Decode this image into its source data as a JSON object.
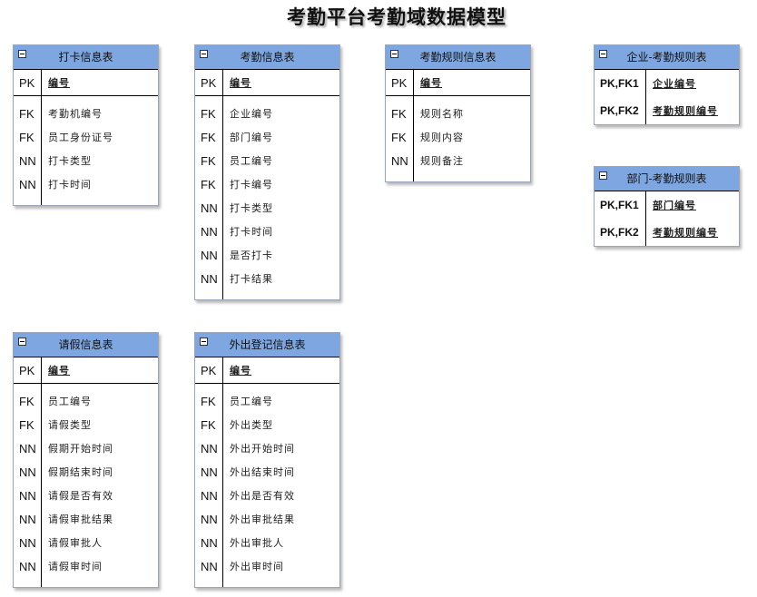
{
  "title": "考勤平台考勤域数据模型",
  "colors": {
    "header": "#7ea6e0",
    "border": "#000000"
  },
  "tables": {
    "punch": {
      "name": "打卡信息表",
      "pk": {
        "key": "PK",
        "attr": "编号"
      },
      "rows": [
        {
          "key": "FK",
          "attr": "考勤机编号"
        },
        {
          "key": "FK",
          "attr": "员工身份证号"
        },
        {
          "key": "NN",
          "attr": "打卡类型"
        },
        {
          "key": "NN",
          "attr": "打卡时间"
        }
      ]
    },
    "attendance": {
      "name": "考勤信息表",
      "pk": {
        "key": "PK",
        "attr": "编号"
      },
      "rows": [
        {
          "key": "FK",
          "attr": "企业编号"
        },
        {
          "key": "FK",
          "attr": "部门编号"
        },
        {
          "key": "FK",
          "attr": "员工编号"
        },
        {
          "key": "FK",
          "attr": "打卡编号"
        },
        {
          "key": "NN",
          "attr": "打卡类型"
        },
        {
          "key": "NN",
          "attr": "打卡时间"
        },
        {
          "key": "NN",
          "attr": "是否打卡"
        },
        {
          "key": "NN",
          "attr": "打卡结果"
        }
      ]
    },
    "rule": {
      "name": "考勤规则信息表",
      "pk": {
        "key": "PK",
        "attr": "编号"
      },
      "rows": [
        {
          "key": "FK",
          "attr": "规则名称"
        },
        {
          "key": "FK",
          "attr": "规则内容"
        },
        {
          "key": "NN",
          "attr": "规则备注"
        }
      ]
    },
    "enterprise_rule": {
      "name": "企业-考勤规则表",
      "rows": [
        {
          "key": "PK,FK1",
          "attr": "企业编号"
        },
        {
          "key": "PK,FK2",
          "attr": "考勤规则编号"
        }
      ]
    },
    "department_rule": {
      "name": "部门-考勤规则表",
      "rows": [
        {
          "key": "PK,FK1",
          "attr": "部门编号"
        },
        {
          "key": "PK,FK2",
          "attr": "考勤规则编号"
        }
      ]
    },
    "leave": {
      "name": "请假信息表",
      "pk": {
        "key": "PK",
        "attr": "编号"
      },
      "rows": [
        {
          "key": "FK",
          "attr": "员工编号"
        },
        {
          "key": "FK",
          "attr": "请假类型"
        },
        {
          "key": "NN",
          "attr": "假期开始时间"
        },
        {
          "key": "NN",
          "attr": "假期结束时间"
        },
        {
          "key": "NN",
          "attr": "请假是否有效"
        },
        {
          "key": "NN",
          "attr": "请假审批结果"
        },
        {
          "key": "NN",
          "attr": "请假审批人"
        },
        {
          "key": "NN",
          "attr": "请假审时间"
        }
      ]
    },
    "outing": {
      "name": "外出登记信息表",
      "pk": {
        "key": "PK",
        "attr": "编号"
      },
      "rows": [
        {
          "key": "FK",
          "attr": "员工编号"
        },
        {
          "key": "FK",
          "attr": "外出类型"
        },
        {
          "key": "NN",
          "attr": "外出开始时间"
        },
        {
          "key": "NN",
          "attr": "外出结束时间"
        },
        {
          "key": "NN",
          "attr": "外出是否有效"
        },
        {
          "key": "NN",
          "attr": "外出审批结果"
        },
        {
          "key": "NN",
          "attr": "外出审批人"
        },
        {
          "key": "NN",
          "attr": "外出审时间"
        }
      ]
    }
  }
}
